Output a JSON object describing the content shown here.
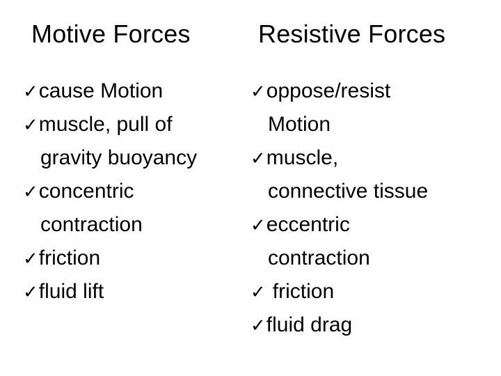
{
  "slide": {
    "background_color": "#ffffff",
    "text_color": "#000000",
    "bullet_glyph": "✓",
    "bullet_glyph_name": "check-mark-icon"
  },
  "columns": [
    {
      "id": "motive-forces",
      "heading": "Motive Forces",
      "items": [
        {
          "text": "cause Motion",
          "continuations": []
        },
        {
          "text": "muscle, pull of",
          "continuations": [
            "gravity buoyancy"
          ]
        },
        {
          "text": "concentric",
          "continuations": [
            "contraction"
          ]
        },
        {
          "text": "friction",
          "continuations": []
        },
        {
          "text": "fluid lift",
          "continuations": []
        }
      ]
    },
    {
      "id": "resistive-forces",
      "heading": "Resistive Forces",
      "items": [
        {
          "text": "oppose/resist",
          "continuations": [
            "Motion"
          ]
        },
        {
          "text": "muscle,",
          "continuations": [
            "connective tissue"
          ]
        },
        {
          "text": "eccentric",
          "continuations": [
            "contraction"
          ]
        },
        {
          "text": "friction",
          "continuations": [],
          "leading_space": true
        },
        {
          "text": "fluid drag",
          "continuations": []
        }
      ]
    }
  ]
}
